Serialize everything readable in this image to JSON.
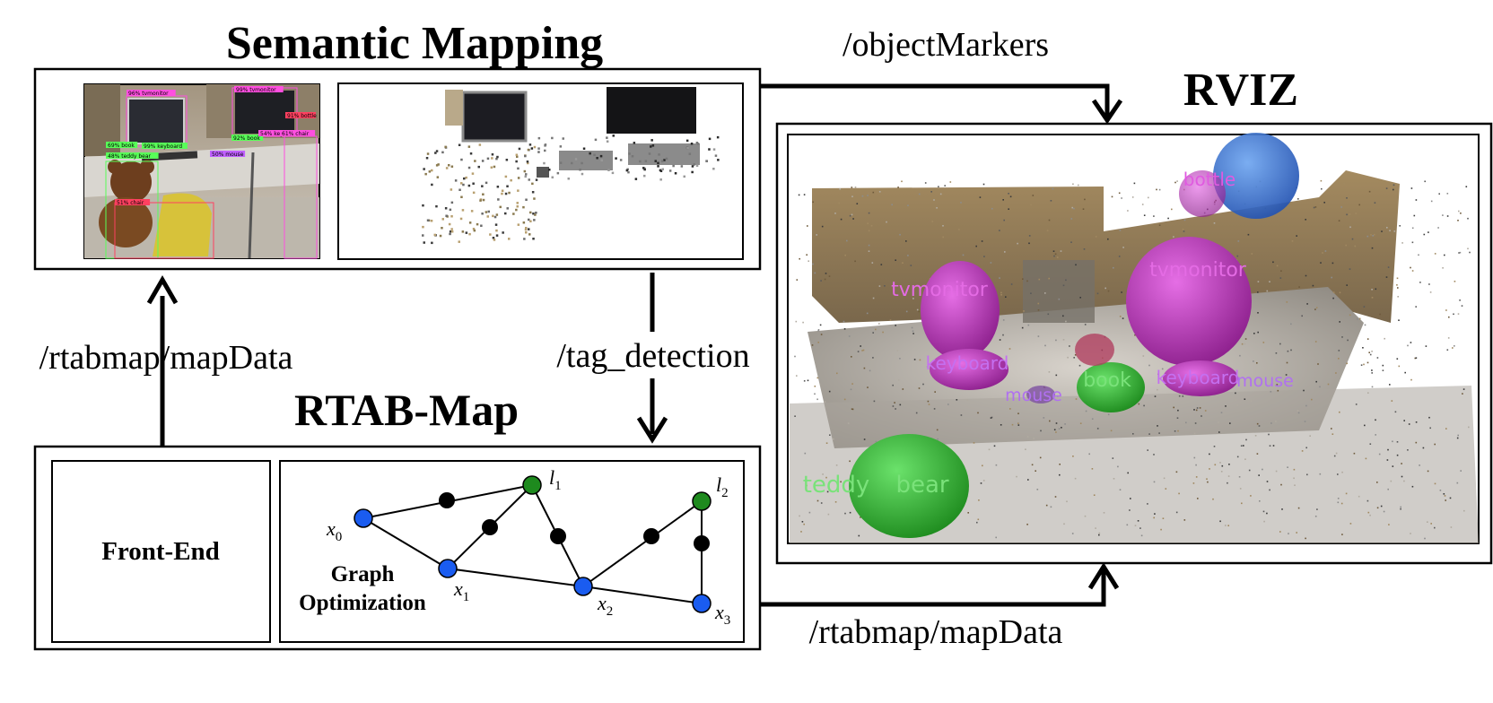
{
  "titles": {
    "semantic_mapping": "Semantic Mapping",
    "rviz": "RVIZ",
    "rtabmap": "RTAB-Map"
  },
  "topics": {
    "object_markers": "/objectMarkers",
    "map_data_left": "/rtabmap/mapData",
    "tag_detection": "/tag_detection",
    "map_data_bottom": "/rtabmap/mapData"
  },
  "blocks": {
    "front_end": "Front-End",
    "graph_opt_line1": "Graph",
    "graph_opt_line2": "Optimization"
  },
  "detections": [
    {
      "label": "96% tvmonitor",
      "color": "#ff4fe0"
    },
    {
      "label": "99% tvmonitor",
      "color": "#ff4fe0"
    },
    {
      "label": "91% bottle",
      "color": "#ff4060"
    },
    {
      "label": "69% book",
      "color": "#58ff58"
    },
    {
      "label": "99% keyboard",
      "color": "#58ff58"
    },
    {
      "label": "48% teddy bear",
      "color": "#58ff58"
    },
    {
      "label": "92% book",
      "color": "#58ff58"
    },
    {
      "label": "54% keyboard",
      "color": "#ff4fe0"
    },
    {
      "label": "61% chair",
      "color": "#ff4fe0"
    },
    {
      "label": "50% mouse",
      "color": "#c060ff"
    },
    {
      "label": "51% chair",
      "color": "#ff4060"
    }
  ],
  "rviz_labels": {
    "bottle": "bottle",
    "tvmonitor_left": "tvmonitor",
    "tvmonitor_right": "tvmonitor",
    "keyboard_left": "keyboard",
    "keyboard_right": "keyboard",
    "mouse_left": "mouse",
    "mouse_right": "mouse",
    "book": "book",
    "teddy": "teddy",
    "bear": "bear"
  },
  "graph": {
    "pose_labels": [
      "x",
      "x",
      "x",
      "x"
    ],
    "pose_subscripts": [
      "0",
      "1",
      "2",
      "3"
    ],
    "landmark_labels": [
      "l",
      "l"
    ],
    "landmark_subscripts": [
      "1",
      "2"
    ]
  },
  "colors": {
    "pose_node": "#1a5cf0",
    "landmark_node": "#1e8a1e",
    "factor_node": "#000000",
    "rviz_magenta": "#cc33cc",
    "rviz_green": "#33bb33",
    "rviz_blue": "#3a78d8"
  }
}
